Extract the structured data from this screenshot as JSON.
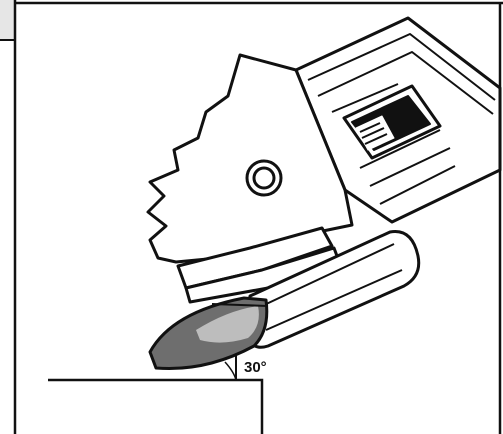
{
  "figure": {
    "angle_label": "30°",
    "angle_value_deg": 30,
    "colors": {
      "line": "#111111",
      "frame_tab": "#e6e6e6",
      "disc_dark": "#6e6e6e",
      "disc_light": "#bdbdbd",
      "guard": "#ffffff"
    },
    "parts": [
      "angle-grinder",
      "grinding-disc",
      "disc-guard",
      "workpiece",
      "angle-marker"
    ]
  }
}
